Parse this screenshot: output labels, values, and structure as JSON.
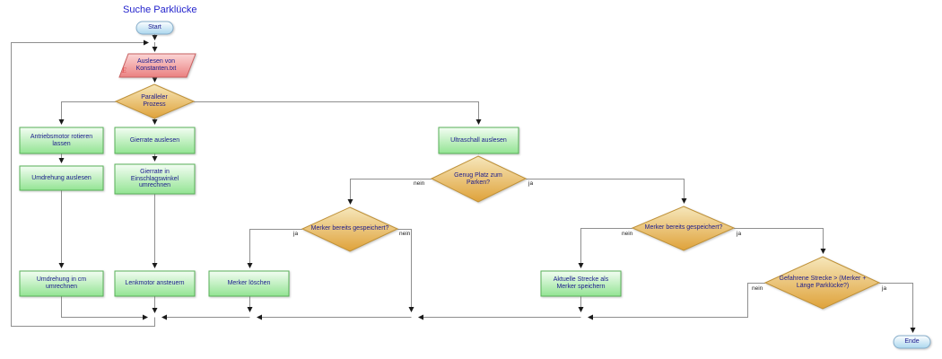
{
  "title": "Suche Parklücke",
  "nodes": {
    "start": "Start",
    "read_constants": "Auslesen von Konstanten.txt",
    "read_constants_marker": "E",
    "parallel_process": "Paralleler Prozess",
    "drive_motor": "Antriebsmotor rotieren lassen",
    "read_revolution": "Umdrehung auslesen",
    "revolution_to_cm": "Umdrehung in cm umrechnen",
    "read_yaw": "Gierrate auslesen",
    "yaw_to_angle": "Gierrate in Einschlagswinkel umrechnen",
    "steer_motor": "Lenkmotor ansteuern",
    "delete_marker": "Merker löschen",
    "read_ultrasonic": "Ultraschall auslesen",
    "enough_space": "Genug Platz zum Parken?",
    "marker_stored_left": "Merker bereits gespeichert?",
    "marker_stored_right": "Merker bereits gespeichert?",
    "save_marker": "Aktuelle Strecke als Merker speichern",
    "distance_check": "Gefahrene Strecke > (Merker + Länge Parklücke?)",
    "end": "Ende"
  },
  "edge_labels": {
    "enough_space_no": "nein",
    "enough_space_yes": "ja",
    "marker_left_yes": "ja",
    "marker_left_no": "nein",
    "marker_right_no": "nein",
    "marker_right_yes": "ja",
    "distance_no": "nein",
    "distance_yes": "ja"
  },
  "colors": {
    "title_text": "#2323cc",
    "node_text": "#1b1b8e",
    "edge_text": "#1a1a1a",
    "line": "#8f8f8f",
    "green_fill_top": "#f3fdf3",
    "green_fill_bottom": "#93e493",
    "green_border": "#58b158",
    "orange_fill_top": "#f6e7bb",
    "orange_fill_bottom": "#dfa23a",
    "orange_border": "#bf9138",
    "red_fill_top": "#fbd6d6",
    "red_fill_bottom": "#ea8181",
    "red_border": "#c96060",
    "blue_fill_top": "#fdfeff",
    "blue_fill_bottom": "#abd7ee",
    "blue_border": "#86aecb",
    "e_marker_text": "#e04848"
  }
}
